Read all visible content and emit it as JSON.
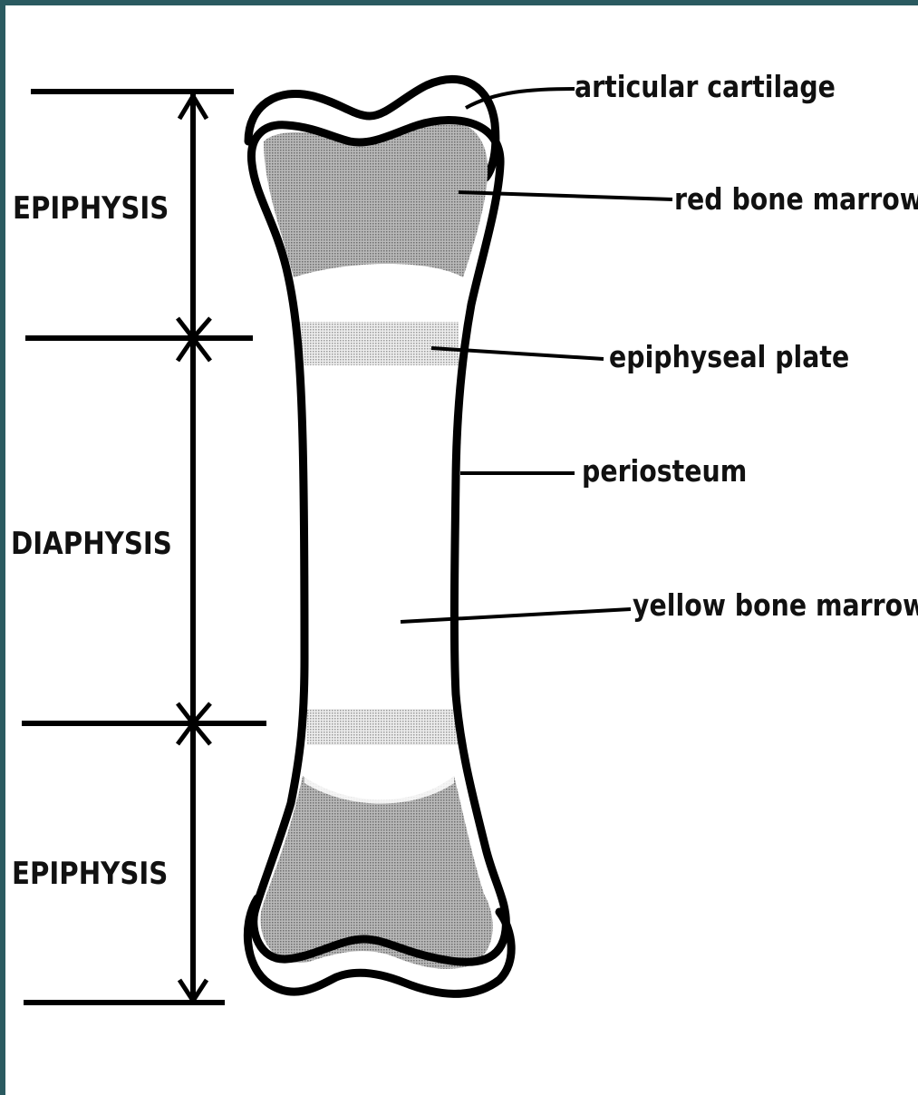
{
  "labels": {
    "articular_cartilage": "articular cartilage",
    "red_bone_marrow": "red bone marrow",
    "epiphyseal_plate": "epiphyseal plate",
    "periosteum": "periosteum",
    "yellow_bone_marrow": "yellow bone marrow",
    "epiphysis_top": "EPIPHYSIS",
    "diaphysis": "DIAPHYSIS",
    "epiphysis_bottom": "EPIPHYSIS"
  },
  "colors": {
    "background_border": "#2a5a60",
    "canvas": "#ffffff",
    "outline": "#000000",
    "red_marrow_fill": "#8a8a8a",
    "epiphyseal_plate_fill": "#bdbdbd"
  }
}
